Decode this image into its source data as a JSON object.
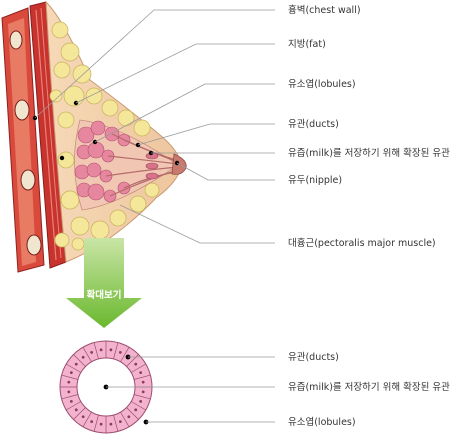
{
  "upper_labels": [
    {
      "id": "chest-wall",
      "text": "흉벽(chest wall)"
    },
    {
      "id": "fat",
      "text": "지방(fat)"
    },
    {
      "id": "lobules",
      "text": "유소엽(lobules)"
    },
    {
      "id": "ducts",
      "text": "유관(ducts)"
    },
    {
      "id": "milk-sinus",
      "text": "유즙(milk)를 저장하기 위해 확장된 유관"
    },
    {
      "id": "nipple",
      "text": "유두(nipple)"
    },
    {
      "id": "pectoralis",
      "text": "대흉근(pectoralis major muscle)"
    }
  ],
  "zoom_arrow": {
    "text": "확대보기",
    "color": "#7cc242"
  },
  "lower_labels": [
    {
      "id": "ducts",
      "text": "유관(ducts)"
    },
    {
      "id": "milk-sinus",
      "text": "유즙(milk)를 저장하기 위해 확장된 유관"
    },
    {
      "id": "lobules",
      "text": "유소엽(lobules)"
    }
  ],
  "colors": {
    "muscle": "#c8332e",
    "fat": "#f4e79a",
    "lobule": "#e7879f",
    "cell": "#f3b3cf",
    "leader": "#9a9a9a"
  }
}
